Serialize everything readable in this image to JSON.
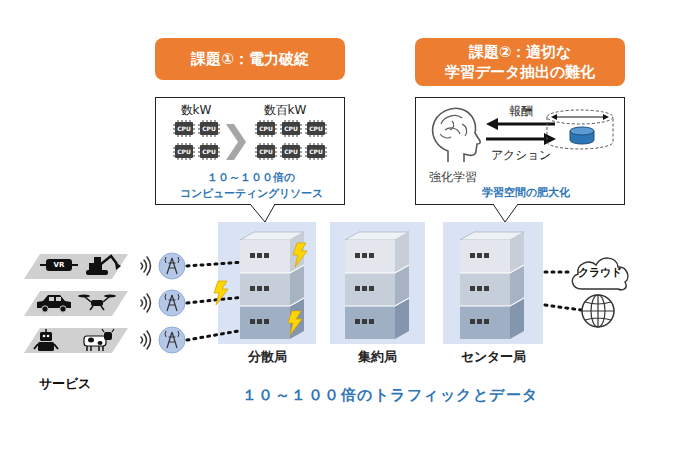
{
  "diagram": {
    "nodes": [
      {
        "text": [
          "課題①：電力破綻"
        ]
      },
      {
        "text": [
          "課題②：適切な 学習データ抽出の難化"
        ]
      },
      {
        "text": [
          "数kW",
          "数百kW",
          "１０～１００倍の コンピューティングリソース"
        ]
      },
      {
        "text": [
          "強化学習",
          "報酬",
          "アクション",
          "学習空間の肥大化"
        ]
      },
      {
        "text": [
          "分散局"
        ]
      },
      {
        "text": [
          "集約局"
        ]
      },
      {
        "text": [
          "センター局"
        ]
      },
      {
        "text": [
          "クラウド"
        ]
      }
    ],
    "edges": [
      {
        "from": 2,
        "to": 4,
        "arrow": "none"
      },
      {
        "from": 3,
        "to": 6,
        "arrow": "none"
      },
      {
        "from": 6,
        "to": 7,
        "arrow": "none"
      }
    ],
    "labels": [
      "CPU",
      "CPU",
      "CPU",
      "CPU",
      "CPU",
      "CPU",
      "CPU",
      "CPU",
      "CPU",
      "CPU",
      "VR",
      "サービス",
      "１０～１００倍のトラフィックとデータ"
    ]
  }
}
